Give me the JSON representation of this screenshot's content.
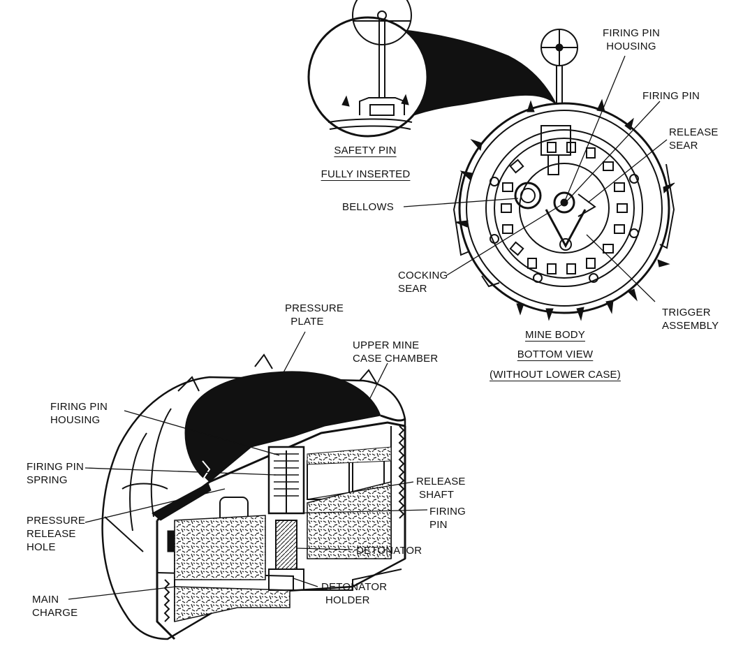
{
  "inset": {
    "caption_line1": "SAFETY PIN",
    "caption_line2": "FULLY INSERTED"
  },
  "bottom_view": {
    "caption_line1": "MINE BODY",
    "caption_line2": "BOTTOM VIEW",
    "caption_line3": "(WITHOUT LOWER CASE)",
    "labels": {
      "firing_pin_housing_1": "FIRING PIN",
      "firing_pin_housing_2": "HOUSING",
      "firing_pin": "FIRING PIN",
      "release_sear_1": "RELEASE",
      "release_sear_2": "SEAR",
      "bellows": "BELLOWS",
      "cocking_sear_1": "COCKING",
      "cocking_sear_2": "SEAR",
      "trigger_assembly_1": "TRIGGER",
      "trigger_assembly_2": "ASSEMBLY"
    }
  },
  "cutaway": {
    "labels": {
      "pressure_plate_1": "PRESSURE",
      "pressure_plate_2": "PLATE",
      "upper_chamber_1": "UPPER MINE",
      "upper_chamber_2": "CASE CHAMBER",
      "firing_pin_housing_1": "FIRING PIN",
      "firing_pin_housing_2": "HOUSING",
      "firing_pin_spring_1": "FIRING PIN",
      "firing_pin_spring_2": "SPRING",
      "pressure_release_hole_1": "PRESSURE",
      "pressure_release_hole_2": "RELEASE",
      "pressure_release_hole_3": "HOLE",
      "release_shaft_1": "RELEASE",
      "release_shaft_2": "SHAFT",
      "firing_pin_1": "FIRING",
      "firing_pin_2": "PIN",
      "detonator": "DETONATOR",
      "detonator_holder_1": "DETONATOR",
      "detonator_holder_2": "HOLDER",
      "main_charge_1": "MAIN",
      "main_charge_2": "CHARGE"
    }
  }
}
